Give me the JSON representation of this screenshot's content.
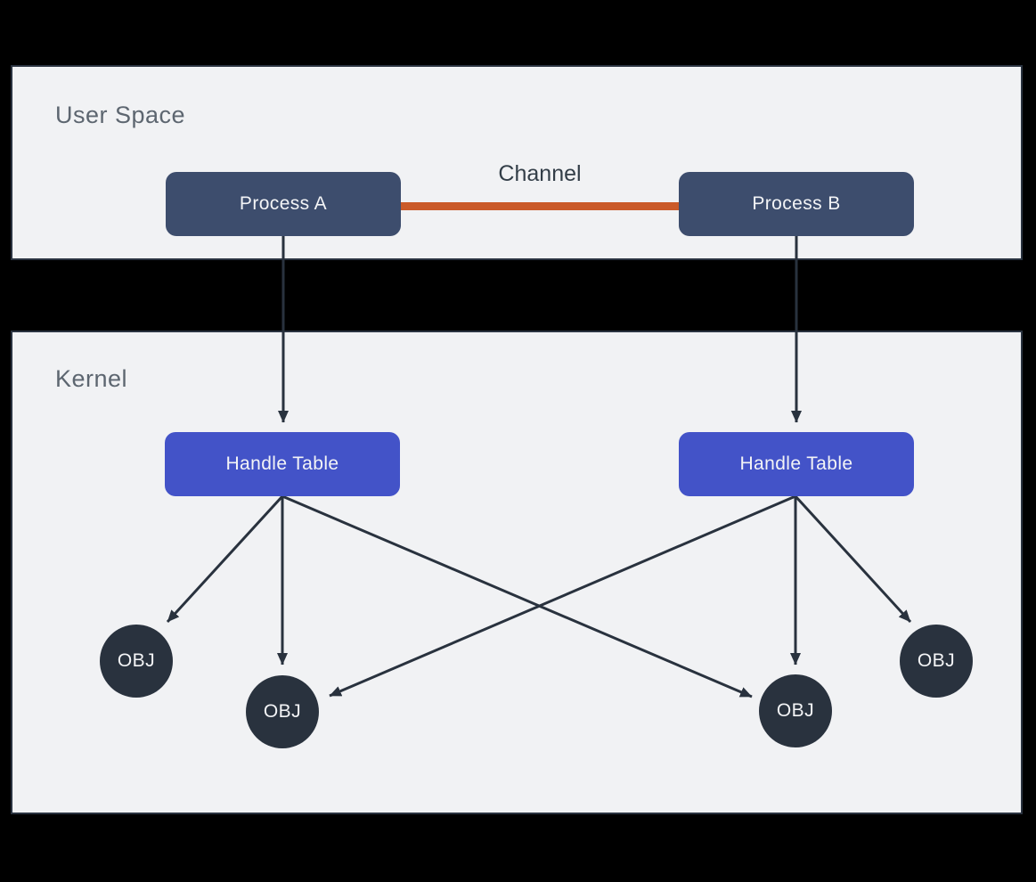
{
  "colors": {
    "background": "#000000",
    "panel_bg": "#F1F2F4",
    "panel_border": "#2A3340",
    "section_label": "#5D6670",
    "channel_label": "#333E48",
    "process_fill": "#3D4D6D",
    "handle_table_fill": "#4353C8",
    "obj_fill": "#29323E",
    "node_text": "#F3F4F6",
    "connector": "#29323E",
    "channel_line": "#CA5A29"
  },
  "panels": {
    "user_space": {
      "label": "User Space"
    },
    "kernel": {
      "label": "Kernel"
    }
  },
  "channel": {
    "label": "Channel"
  },
  "nodes": {
    "process_a": {
      "label": "Process A"
    },
    "process_b": {
      "label": "Process B"
    },
    "handle_table_a": {
      "label": "Handle Table"
    },
    "handle_table_b": {
      "label": "Handle Table"
    },
    "obj_1": {
      "label": "OBJ"
    },
    "obj_2": {
      "label": "OBJ"
    },
    "obj_3": {
      "label": "OBJ"
    },
    "obj_4": {
      "label": "OBJ"
    }
  },
  "edges": [
    {
      "from": "process_a",
      "to": "handle_table_a",
      "type": "arrow"
    },
    {
      "from": "process_b",
      "to": "handle_table_b",
      "type": "arrow"
    },
    {
      "from": "process_a",
      "to": "process_b",
      "type": "channel"
    },
    {
      "from": "handle_table_a",
      "to": "obj_1",
      "type": "arrow"
    },
    {
      "from": "handle_table_a",
      "to": "obj_2",
      "type": "arrow"
    },
    {
      "from": "handle_table_a",
      "to": "obj_3",
      "type": "arrow"
    },
    {
      "from": "handle_table_b",
      "to": "obj_2",
      "type": "arrow"
    },
    {
      "from": "handle_table_b",
      "to": "obj_3",
      "type": "arrow"
    },
    {
      "from": "handle_table_b",
      "to": "obj_4",
      "type": "arrow"
    }
  ]
}
